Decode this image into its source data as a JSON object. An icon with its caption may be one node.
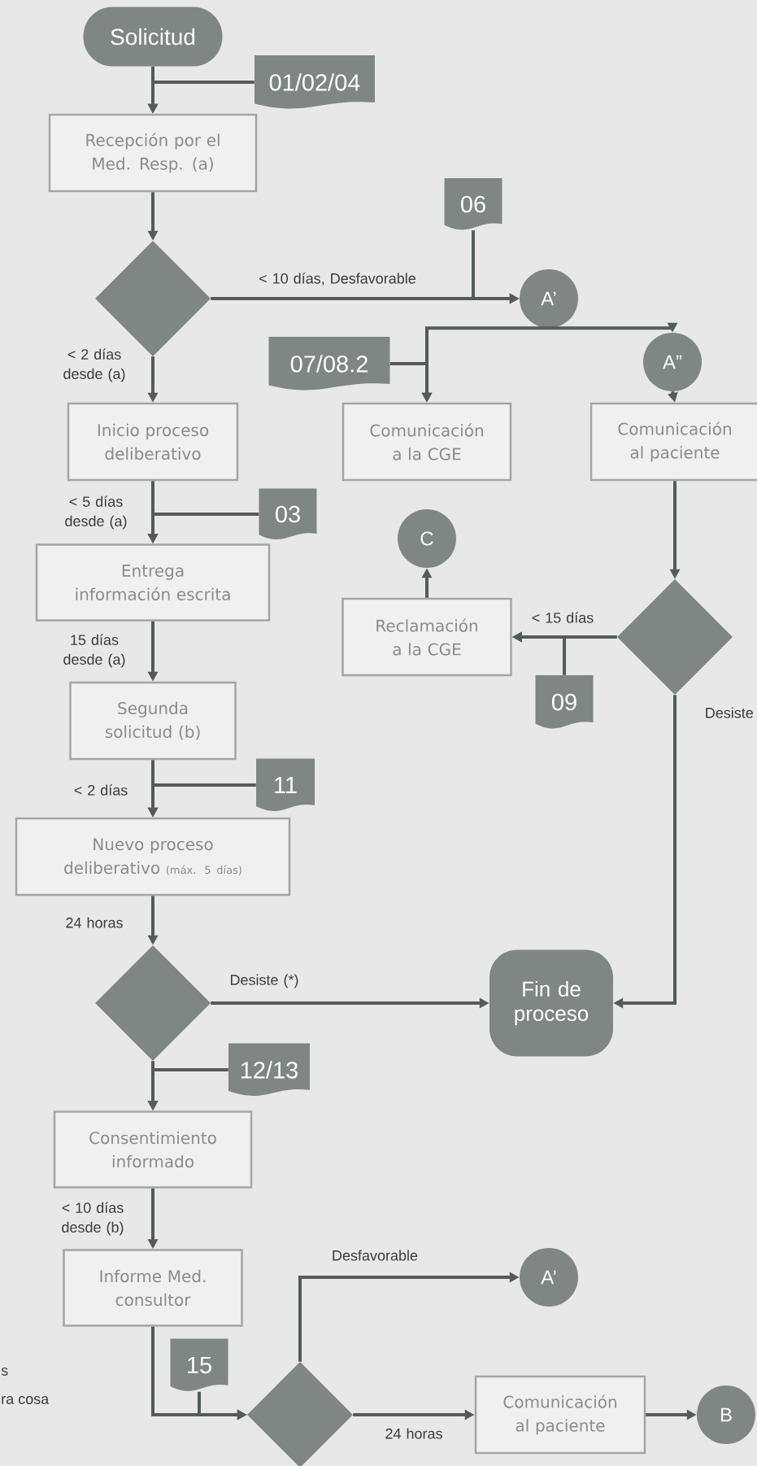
{
  "diagram": {
    "nodes": [
      {
        "text": [
          "Solicitud"
        ]
      },
      {
        "text": [
          "01/02/04"
        ]
      },
      {
        "text": [
          "Recepción por el Med. Resp. (a)"
        ]
      },
      {
        "text": [
          "06"
        ]
      },
      {
        "text": [],
        "shape": "diamond"
      },
      {
        "text": [
          "A’"
        ]
      },
      {
        "text": [
          "07/08.2"
        ]
      },
      {
        "text": [
          "A”"
        ]
      },
      {
        "text": [
          "Inicio proceso deliberativo"
        ]
      },
      {
        "text": [
          "Comunicación a la CGE"
        ]
      },
      {
        "text": [
          "Comunicación al paciente"
        ]
      },
      {
        "text": [
          "03"
        ]
      },
      {
        "text": [
          "C"
        ]
      },
      {
        "text": [
          "Entrega información escrita"
        ]
      },
      {
        "text": [
          "Reclamación a la CGE"
        ]
      },
      {
        "text": [],
        "shape": "diamond"
      },
      {
        "text": [
          "09"
        ]
      },
      {
        "text": [
          "Segunda solicitud (b)"
        ]
      },
      {
        "text": [
          "11"
        ]
      },
      {
        "text": [
          "Nuevo proceso deliberativo",
          "(máx. 5 días)"
        ]
      },
      {
        "text": [],
        "shape": "diamond"
      },
      {
        "text": [
          "Fin de proceso"
        ]
      },
      {
        "text": [
          "12/13"
        ]
      },
      {
        "text": [
          "Consentimiento informado"
        ]
      },
      {
        "text": [
          "Informe Med. consultor"
        ]
      },
      {
        "text": [
          "A’"
        ]
      },
      {
        "text": [
          "15"
        ]
      },
      {
        "text": [],
        "shape": "diamond"
      },
      {
        "text": [
          "Comunicación al paciente"
        ]
      },
      {
        "text": [
          "B"
        ]
      }
    ],
    "edges": [
      {
        "from": 0,
        "to": 2,
        "arrow": "to"
      },
      {
        "from": 1,
        "to": 2,
        "arrow": "to"
      },
      {
        "from": 2,
        "to": 4,
        "arrow": "to"
      },
      {
        "from": 4,
        "to": 5,
        "arrow": "to",
        "label": "< 10 días, Desfavorable"
      },
      {
        "from": 3,
        "to": 5,
        "arrow": "to"
      },
      {
        "from": 4,
        "to": 8,
        "arrow": "to",
        "label": "< 2 días desde (a)"
      },
      {
        "from": 5,
        "to": 9,
        "arrow": "to"
      },
      {
        "from": 5,
        "to": 7,
        "arrow": "to"
      },
      {
        "from": 6,
        "to": 9,
        "arrow": "to"
      },
      {
        "from": 7,
        "to": 10,
        "arrow": "to"
      },
      {
        "from": 8,
        "to": 13,
        "arrow": "to",
        "label": "< 5 días desde (a)"
      },
      {
        "from": 11,
        "to": 13,
        "arrow": "to"
      },
      {
        "from": 10,
        "to": 15,
        "arrow": "to"
      },
      {
        "from": 15,
        "to": 14,
        "arrow": "to",
        "label": "< 15 días"
      },
      {
        "from": 16,
        "to": 14,
        "arrow": "to"
      },
      {
        "from": 14,
        "to": 12,
        "arrow": "to"
      },
      {
        "from": 15,
        "to": 21,
        "arrow": "to",
        "label": "Desiste"
      },
      {
        "from": 13,
        "to": 17,
        "arrow": "to",
        "label": "15 días desde (a)"
      },
      {
        "from": 17,
        "to": 19,
        "arrow": "to",
        "label": "< 2 días"
      },
      {
        "from": 18,
        "to": 19,
        "arrow": "to"
      },
      {
        "from": 19,
        "to": 20,
        "arrow": "to",
        "label": "24 horas"
      },
      {
        "from": 20,
        "to": 21,
        "arrow": "to",
        "label": "Desiste (*)"
      },
      {
        "from": 20,
        "to": 23,
        "arrow": "to"
      },
      {
        "from": 22,
        "to": 23,
        "arrow": "to"
      },
      {
        "from": 23,
        "to": 24,
        "arrow": "to",
        "label": "< 10 días desde (b)"
      },
      {
        "from": 24,
        "to": 27,
        "arrow": "to"
      },
      {
        "from": 26,
        "to": 27,
        "arrow": "to"
      },
      {
        "from": 27,
        "to": 25,
        "arrow": "to",
        "label": "Desfavorable"
      },
      {
        "from": 27,
        "to": 28,
        "arrow": "to",
        "label": "24 horas"
      },
      {
        "from": 28,
        "to": 29,
        "arrow": "to"
      }
    ],
    "labels": [
      "s",
      "ra cosa"
    ]
  }
}
